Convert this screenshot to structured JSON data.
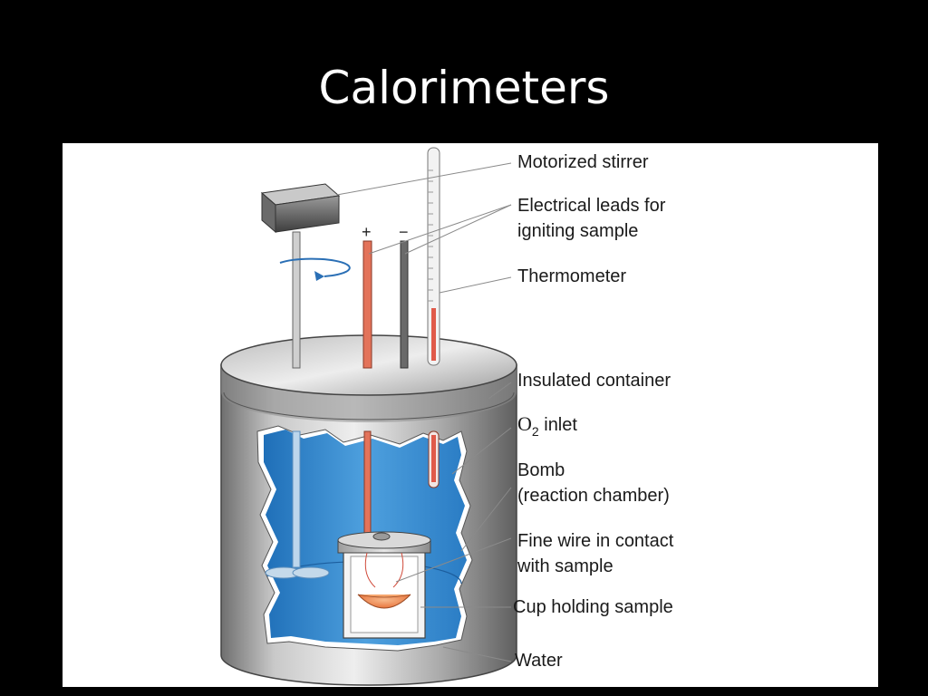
{
  "slide": {
    "title": "Calorimeters"
  },
  "diagram": {
    "labels": {
      "motorized_stirrer": "Motorized stirrer",
      "electrical_leads_line1": "Electrical leads for",
      "electrical_leads_line2": "igniting sample",
      "thermometer": "Thermometer",
      "insulated_container": "Insulated container",
      "o2_inlet_o": "O",
      "o2_inlet_sub": "2",
      "o2_inlet_rest": " inlet",
      "bomb_line1": "Bomb",
      "bomb_line2": "(reaction chamber)",
      "fine_wire_line1": "Fine wire in contact",
      "fine_wire_line2": "with sample",
      "cup": "Cup holding sample",
      "water": "Water"
    },
    "lead_signs": {
      "positive": "+",
      "negative": "−"
    },
    "colors": {
      "water": "#3f8fd2",
      "metal": "#a9a9a9",
      "positive_lead": "#e3735a",
      "negative_lead": "#5e5e5e",
      "sample": "#f08c55",
      "leader_line": "#8a8a8a"
    }
  }
}
